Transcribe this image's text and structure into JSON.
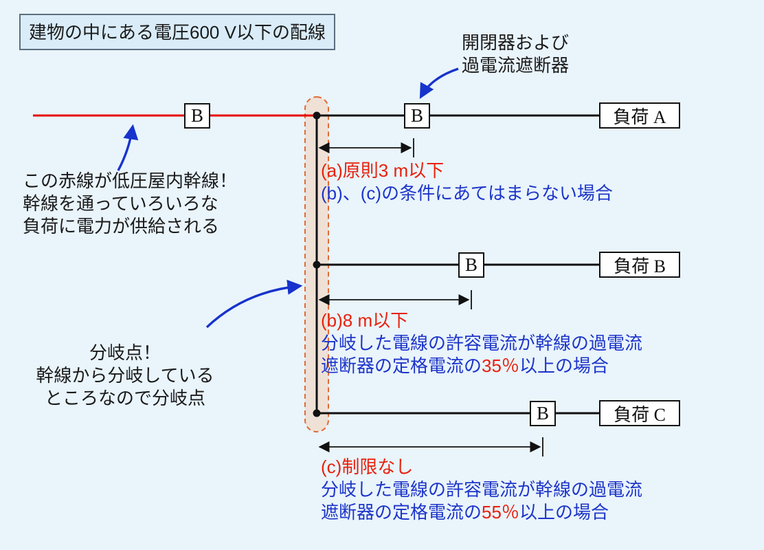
{
  "title": "建物の中にある電圧600 V以下の配線",
  "breaker_annotation": {
    "line1": "開閉器および",
    "line2": "過電流遮断器"
  },
  "breaker_label": "B",
  "loads": [
    {
      "label": "負荷 A"
    },
    {
      "label": "負荷 B"
    },
    {
      "label": "負荷 C"
    }
  ],
  "rules": [
    {
      "red": "(a)原則3 m以下",
      "blue1": "(b)、(c)の条件にあてはまらない場合"
    },
    {
      "red": "(b)8 m以下",
      "blue1": "分岐した電線の許容電流が幹線の過電流",
      "blue2_pre": "遮断器の定格電流の",
      "pct": "35％",
      "blue2_post": "以上の場合"
    },
    {
      "red": "(c)制限なし",
      "blue1": "分岐した電線の許容電流が幹線の過電流",
      "blue2_pre": "遮断器の定格電流の",
      "pct": "55％",
      "blue2_post": "以上の場合"
    }
  ],
  "feeder_note": {
    "line1": "この赤線が低圧屋内幹線！",
    "line2": "幹線を通っていろいろな",
    "line3": "負荷に電力が供給される"
  },
  "branch_note": {
    "line1": "分岐点！",
    "line2": "幹線から分岐している",
    "line3": "ところなので分岐点"
  },
  "colors": {
    "background": "#e9f4fb",
    "feeder_red": "#e60000",
    "accent_red": "#e8210d",
    "accent_blue": "#1d35c9",
    "arrow_blue": "#1733cc",
    "highlight_fill": "#f6c9a8",
    "highlight_stroke": "#e06a35"
  }
}
